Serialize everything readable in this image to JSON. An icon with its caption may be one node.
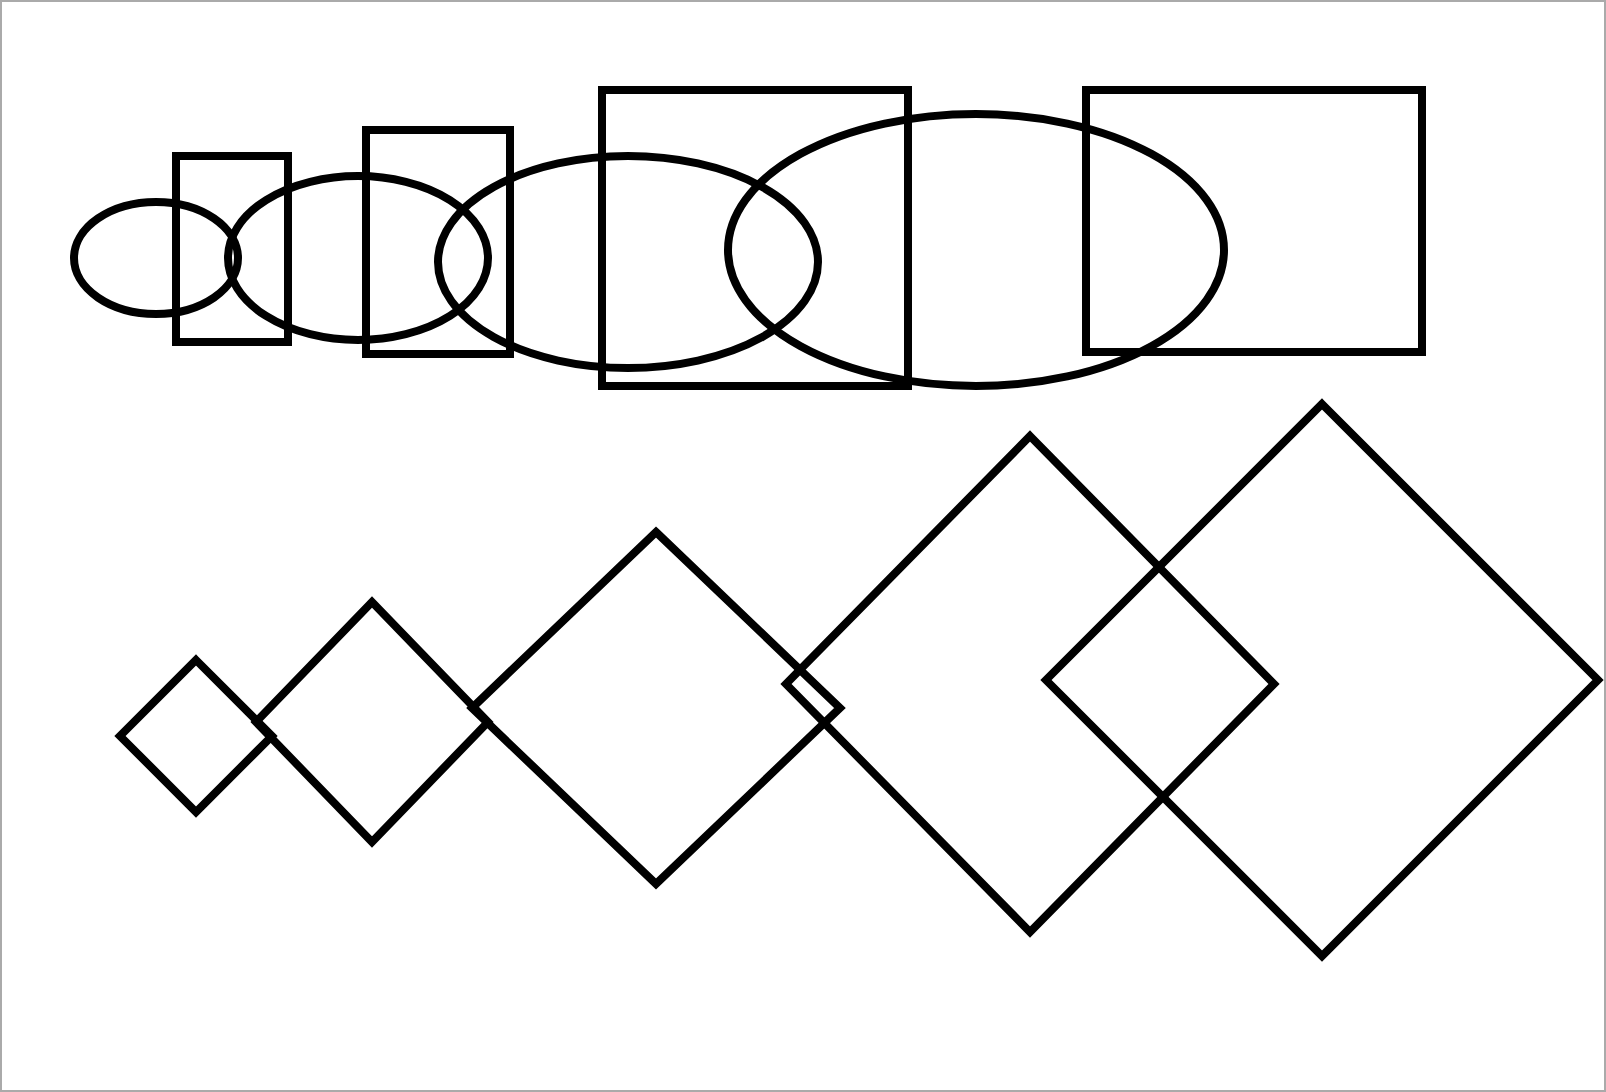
{
  "diagram": {
    "nodes": [
      {
        "text": [],
        "shape": "ellipse"
      },
      {
        "text": [],
        "shape": "box"
      },
      {
        "text": [],
        "shape": "ellipse"
      },
      {
        "text": [],
        "shape": "box"
      },
      {
        "text": [],
        "shape": "ellipse"
      },
      {
        "text": [],
        "shape": "box"
      },
      {
        "text": [],
        "shape": "ellipse"
      },
      {
        "text": [],
        "shape": "box"
      },
      {
        "text": [],
        "shape": "diamond"
      },
      {
        "text": [],
        "shape": "diamond"
      },
      {
        "text": [],
        "shape": "diamond"
      },
      {
        "text": [],
        "shape": "diamond"
      },
      {
        "text": [],
        "shape": "diamond"
      }
    ]
  }
}
